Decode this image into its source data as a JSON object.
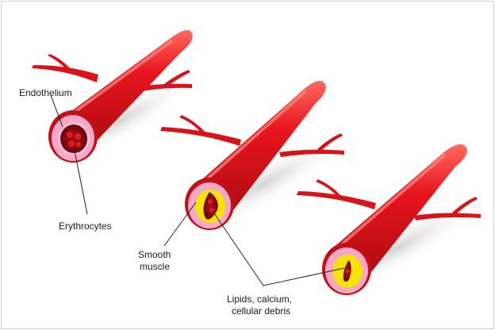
{
  "labels": {
    "endothelium": "Endothelium",
    "erythrocytes": "Erythrocytes",
    "smooth_muscle_1": "Smooth",
    "smooth_muscle_2": "muscle",
    "lipids_1": "Lipids, calcium,",
    "lipids_2": "cellular debris"
  },
  "colors": {
    "artery": "#e0141c",
    "artery_dark": "#a80a10",
    "artery_highlight": "#ff5a55",
    "wall_pink": "#f4a9c8",
    "lumen_dark": "#8a0a0f",
    "plaque_yellow": "#f5e300",
    "line": "#222222"
  }
}
